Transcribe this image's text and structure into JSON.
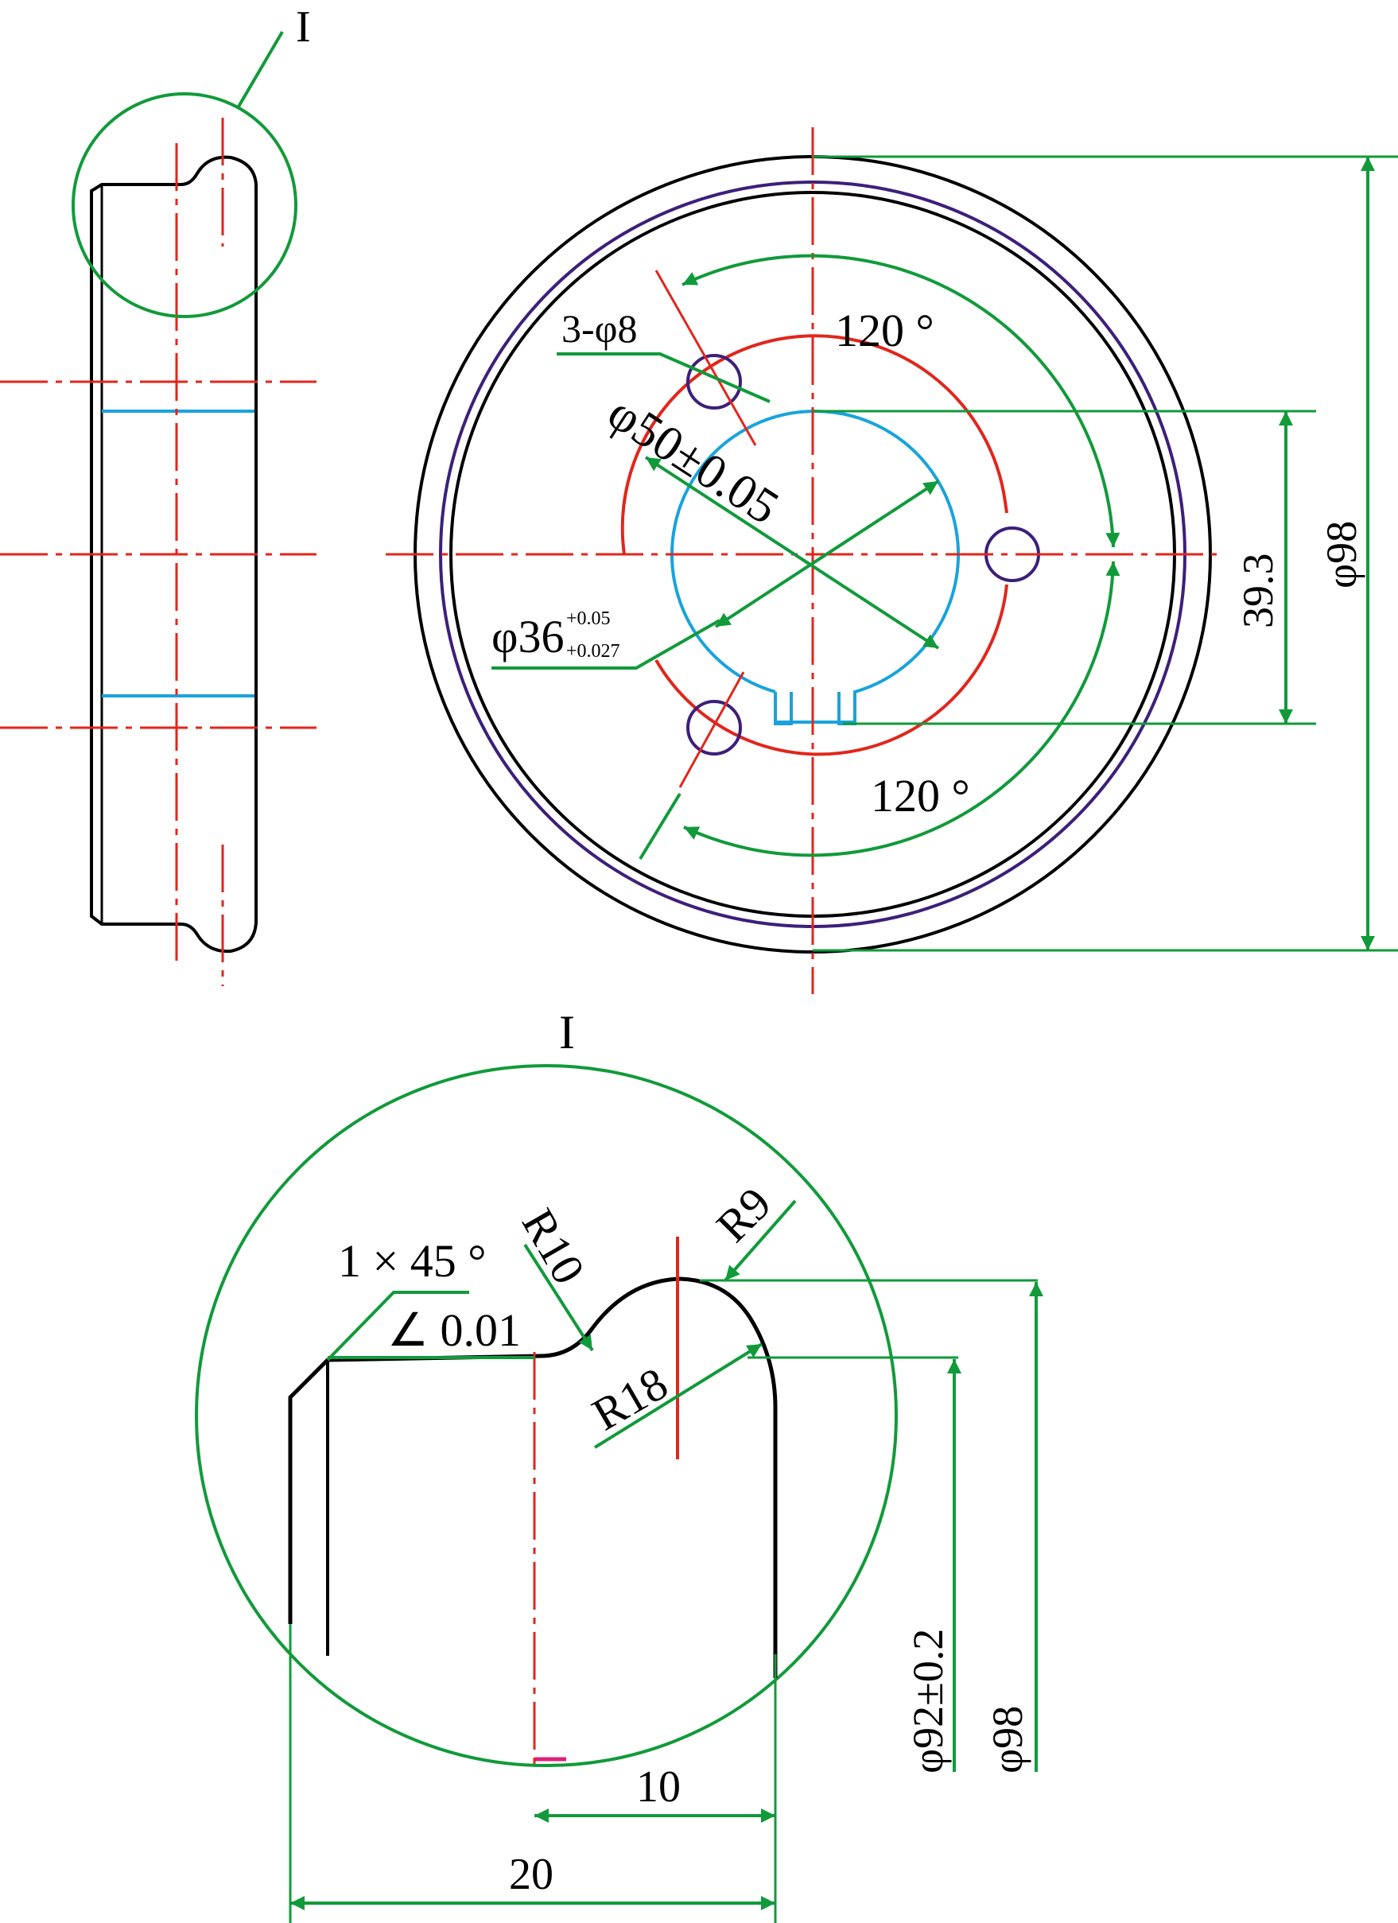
{
  "colors": {
    "outline": "#000000",
    "dimension": "#119a3a",
    "centerline": "#e1261c",
    "bore": "#19a3dc",
    "holes": "#3d1f7a"
  },
  "labels": {
    "detail_mark_top": "I",
    "detail_title": "I",
    "holes": "3-φ8",
    "angle_top": "120 °",
    "angle_bottom": "120 °",
    "pcd": "φ50±0.05",
    "bore_main": "φ36",
    "bore_upper_tol": "+0.05",
    "bore_lower_tol": "+0.027",
    "keyway": "39.3",
    "outer_dia": "φ98",
    "chamfer": "1 × 45 °",
    "flatness": "∠ 0.01",
    "r10": "R10",
    "r9": "R9",
    "r18": "R18",
    "dim_10": "10",
    "dim_20": "20",
    "detail_dia_92": "φ92±0.2",
    "detail_dia_98": "φ98"
  }
}
